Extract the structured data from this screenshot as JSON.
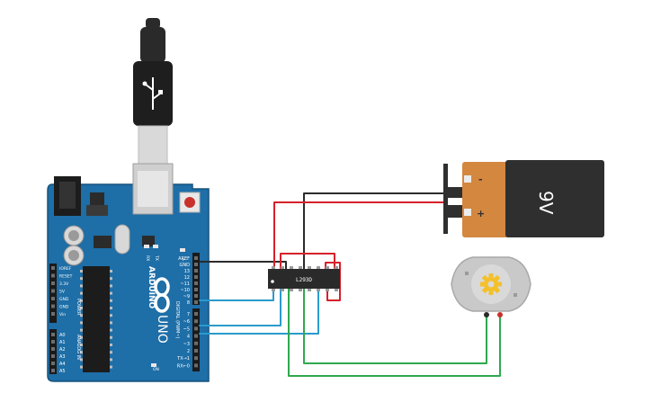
{
  "colors": {
    "board": "#1e6ea7",
    "board_edge": "#15527e",
    "wire_black": "#2b2b2b",
    "wire_red": "#d6202a",
    "wire_blue": "#2a9bcc",
    "wire_green": "#2fa84f",
    "battery_copper": "#d3873f",
    "battery_black": "#2f2f2f",
    "motor_gray": "#c9c9c9",
    "gear_yellow": "#f4c02a"
  },
  "icons": [
    "usb-icon",
    "infinity-logo-icon",
    "gear-icon",
    "reset-button-icon"
  ],
  "arduino": {
    "digital_pins": [
      "AREF",
      "GND",
      "13",
      "12",
      "~11",
      "~10",
      "~9",
      "8",
      "7",
      "~6",
      "~5",
      "4",
      "~3",
      "2",
      "TX→1",
      "RX←0"
    ],
    "power_pins": [
      "IOREF",
      "RESET",
      "3.3V",
      "5V",
      "GND",
      "GND",
      "Vin"
    ],
    "analog_pins": [
      "A0",
      "A1",
      "A2",
      "A3",
      "A4",
      "A5"
    ],
    "brand": "ARDUINO",
    "model": "UNO",
    "digital_label": "DIGITAL (PWM~)",
    "power_label": "POWER",
    "analog_label": "ANALOG IN",
    "led_labels": [
      "L",
      "TX",
      "RX"
    ],
    "on_label": "ON"
  },
  "driver": {
    "label": "L293D"
  },
  "battery": {
    "label": "9V",
    "minus": "-",
    "plus": "+"
  }
}
